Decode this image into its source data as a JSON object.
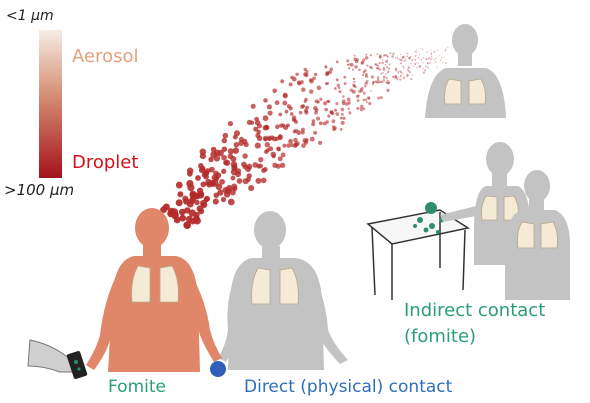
{
  "scale": {
    "top_label": "<1 µm",
    "bottom_label": ">100 µm",
    "aerosol_label": "Aerosol",
    "droplet_label": "Droplet",
    "gradient_top_color": "#f6ece4",
    "gradient_bottom_color": "#a4121b"
  },
  "labels": {
    "indirect_contact": "Indirect contact",
    "fomite_paren": "(fomite)",
    "fomite": "Fomite",
    "direct_contact": "Direct (physical) contact"
  },
  "colors": {
    "aerosol_text": "#e3a07c",
    "droplet_text": "#d3101c",
    "green_text": "#2a9d79",
    "blue_text": "#2f6fb8",
    "infected_person": "#e0876a",
    "healthy_person": "#c3c3c3",
    "lung_fill": "#f4ead6",
    "particle": "#b32a2a",
    "virus_green": "#2e8e6b",
    "virus_blue": "#2f5fb8"
  },
  "icons": [
    "infected-person-icon",
    "healthy-person-icon",
    "lungs-icon",
    "virus-icon",
    "table-icon",
    "phone-icon",
    "hand-icon"
  ]
}
